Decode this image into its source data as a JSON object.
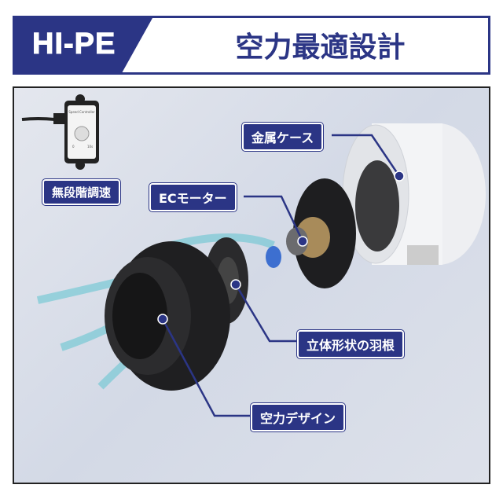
{
  "header": {
    "brand": "HI-PE",
    "title": "空力最適設計"
  },
  "controller": {
    "panel_text": "Speed Controller",
    "dial_min": "0",
    "dial_max": "10s",
    "label": "無段階調速"
  },
  "callouts": {
    "case": "金属ケース",
    "motor": "ECモーター",
    "blades": "立体形状の羽根",
    "design": "空力デザイン"
  },
  "colors": {
    "navy": "#2b3585",
    "airflow": "#5fc4d0",
    "background": "#d8dde8"
  }
}
